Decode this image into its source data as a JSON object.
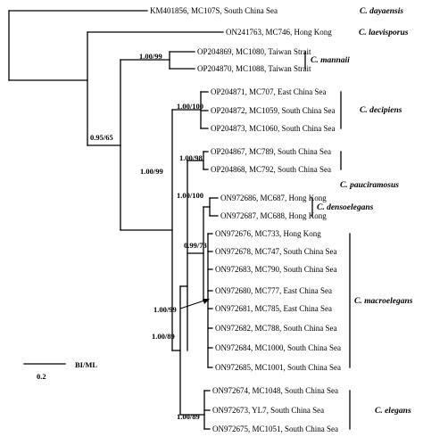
{
  "tips": [
    {
      "label": "KM401856, MC107S, South China Sea"
    },
    {
      "label": "ON241763, MC746, Hong Kong"
    },
    {
      "label": "OP204869, MC1080, Taiwan Strait"
    },
    {
      "label": "OP204870, MC1088, Taiwan Strait"
    },
    {
      "label": "OP204871, MC707, East China Sea"
    },
    {
      "label": "OP204872, MC1059, South China Sea"
    },
    {
      "label": "OP204873, MC1060, South China Sea"
    },
    {
      "label": "OP204867, MC789, South China Sea"
    },
    {
      "label": "OP204868, MC792, South China Sea"
    },
    {
      "label": "ON972686, MC687, Hong Kong"
    },
    {
      "label": "ON972687, MC688, Hong Kong"
    },
    {
      "label": "ON972676, MC733, Hong Kong"
    },
    {
      "label": "ON972678, MC747, South China Sea"
    },
    {
      "label": "ON972683, MC790, South China Sea"
    },
    {
      "label": "ON972680, MC777, East China Sea"
    },
    {
      "label": "ON972681, MC785, East China Sea"
    },
    {
      "label": "ON972682, MC788, South China Sea"
    },
    {
      "label": "ON972684, MC1000, South China Sea"
    },
    {
      "label": "ON972685, MC1001, South China Sea"
    },
    {
      "label": "ON972674, MC1048, South China Sea"
    },
    {
      "label": "ON972673, YL7, South China Sea"
    },
    {
      "label": "ON972675, MC1051, South China Sea"
    }
  ],
  "clades": [
    {
      "name": "C. dayaensis"
    },
    {
      "name": "C. laevisporus"
    },
    {
      "name": "C. mannaii"
    },
    {
      "name": "C. decipiens"
    },
    {
      "name": "C. pauciramosus"
    },
    {
      "name": "C. densoelegans"
    },
    {
      "name": "C. macroelegans"
    },
    {
      "name": "C. elegans"
    }
  ],
  "support": [
    {
      "value": "1.00/99"
    },
    {
      "value": "0.95/65"
    },
    {
      "value": "1.00/100"
    },
    {
      "value": "1.00/99"
    },
    {
      "value": "1.00/98"
    },
    {
      "value": "1.00/100"
    },
    {
      "value": "0.99/73"
    },
    {
      "value": "1.00/99"
    },
    {
      "value": "1.00/89"
    },
    {
      "value": "1.00/89"
    }
  ],
  "legend": {
    "label": "BI/ML"
  },
  "scale": {
    "value": "0.2"
  }
}
